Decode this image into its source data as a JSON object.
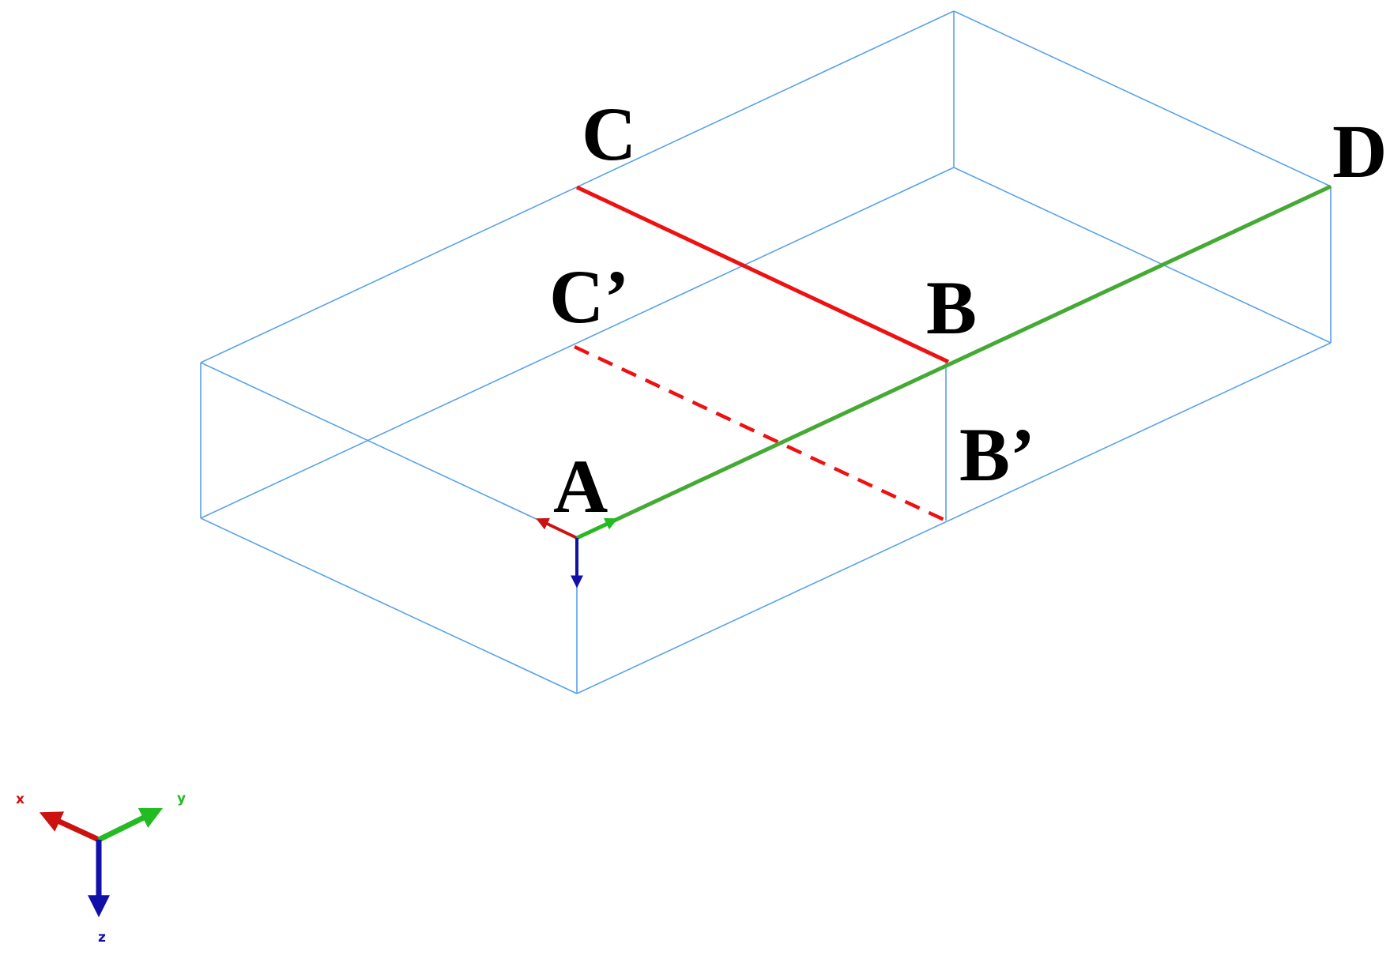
{
  "diagram": {
    "point_labels": {
      "A": "A",
      "B": "B",
      "B_prime": "B’",
      "C": "C",
      "C_prime": "C’",
      "D": "D"
    },
    "triad_labels": {
      "x": "x",
      "y": "y",
      "z": "z"
    },
    "colors": {
      "box_edges": "#5aa2e8",
      "line_CB": "#ee1111",
      "line_CB_prime": "#ee1111",
      "line_AD": "#44aa33",
      "axis_x": "#cc1111",
      "axis_y": "#22bb22",
      "axis_z": "#1111aa"
    }
  }
}
